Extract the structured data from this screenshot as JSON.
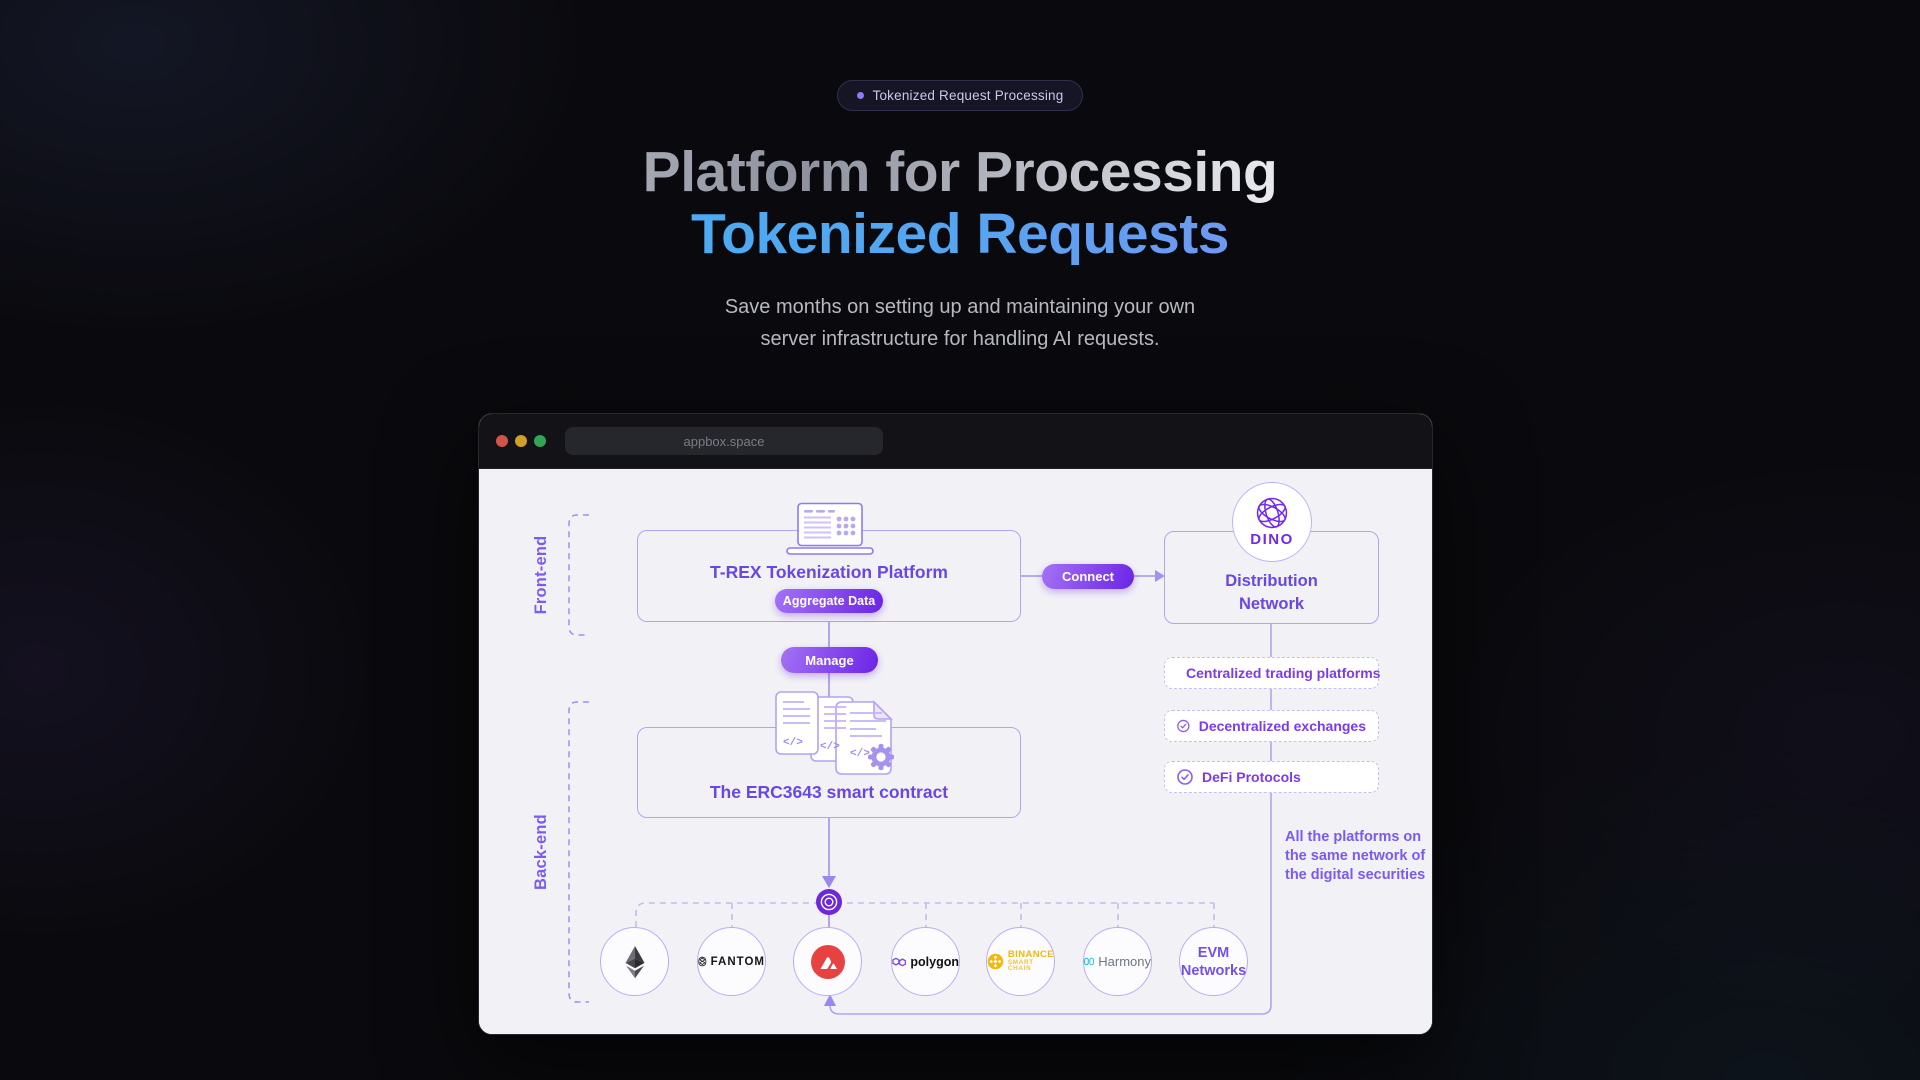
{
  "hero": {
    "badge": "Tokenized Request Processing",
    "title_line1": "Platform for Processing",
    "title_line2": "Tokenized Requests",
    "subtitle_line1": "Save months on setting up and maintaining your own",
    "subtitle_line2": "server infrastructure for handling AI requests."
  },
  "browser": {
    "url": "appbox.space"
  },
  "diagram": {
    "frontend_label": "Front-end",
    "backend_label": "Back-end",
    "trex": {
      "title": "T-REX Tokenization Platform",
      "aggregate_button": "Aggregate Data"
    },
    "connect_button": "Connect",
    "manage_button": "Manage",
    "dino": {
      "logo": "DINO",
      "box_line1": "Distribution",
      "box_line2": "Network"
    },
    "erc": {
      "title": "The ERC3643 smart contract",
      "code_glyph": "</>"
    },
    "platforms": [
      {
        "label": "Centralized trading platforms"
      },
      {
        "label": "Decentralized exchanges"
      },
      {
        "label": "DeFi Protocols"
      }
    ],
    "note_lines": [
      "All the platforms on",
      "the same network of",
      "the digital securities"
    ],
    "networks": {
      "fantom_label": "FANTOM",
      "polygon_label": "polygon",
      "binance_line1": "BINANCE",
      "binance_line2": "SMART CHAIN",
      "harmony_label": "Harmony",
      "evm_line1": "EVM",
      "evm_line2": "Networks"
    }
  },
  "colors": {
    "accent_purple": "#7c3aed",
    "pill_gradient_start": "#a472f6",
    "pill_gradient_end": "#6b24e4",
    "title_blue": "#47aeee",
    "title_violet": "#a57ef8",
    "avalanche_red": "#e84142",
    "binance_gold": "#f0b90b",
    "polygon_purple": "#8247e5",
    "harmony_cyan": "#1fb5e2"
  }
}
